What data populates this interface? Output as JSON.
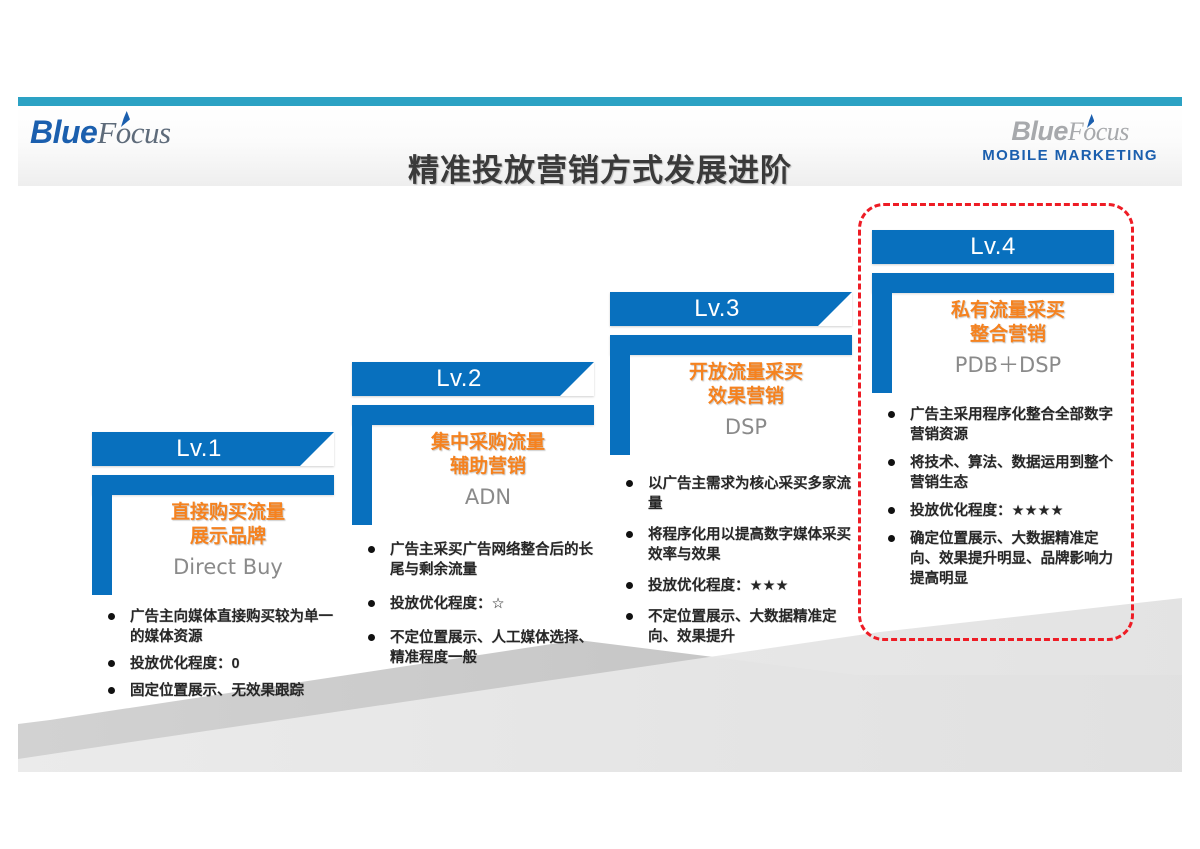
{
  "header": {
    "title": "精准投放营销方式发展进阶",
    "logo_left": {
      "part1": "Blue",
      "part2": "Focus"
    },
    "logo_right": {
      "part1": "Blue",
      "part2": "Focus",
      "tagline": "MOBILE  MARKETING"
    }
  },
  "colors": {
    "accent_blue": "#0870BE",
    "accent_orange": "#F5821F",
    "top_band_teal": "#2CA2C4",
    "highlight_red": "#EE1C25",
    "subtitle_gray": "#8A8A8A"
  },
  "steps": [
    {
      "level": "Lv.1",
      "title_cn_line1": "直接购买流量",
      "title_cn_line2": "展示品牌",
      "title_en": "Direct Buy",
      "optimization_rating": "0",
      "bullets": [
        "广告主向媒体直接购买较为单一的媒体资源",
        "投放优化程度：0",
        "固定位置展示、无效果跟踪"
      ]
    },
    {
      "level": "Lv.2",
      "title_cn_line1": "集中采购流量",
      "title_cn_line2": "辅助营销",
      "title_en": "ADN",
      "optimization_rating": "☆",
      "bullets": [
        "广告主采买广告网络整合后的长尾与剩余流量",
        "投放优化程度：☆",
        "不定位置展示、人工媒体选择、精准程度一般"
      ]
    },
    {
      "level": "Lv.3",
      "title_cn_line1": "开放流量采买",
      "title_cn_line2": "效果营销",
      "title_en": "DSP",
      "optimization_rating": "★★★",
      "bullets": [
        "以广告主需求为核心采买多家流量",
        "将程序化用以提高数字媒体采买效率与效果",
        "投放优化程度：★★★",
        "不定位置展示、大数据精准定向、效果提升"
      ]
    },
    {
      "level": "Lv.4",
      "title_cn_line1": "私有流量采买",
      "title_cn_line2": "整合营销",
      "title_en": "PDB＋DSP",
      "optimization_rating": "★★★★",
      "highlighted": true,
      "bullets": [
        "广告主采用程序化整合全部数字营销资源",
        "将技术、算法、数据运用到整个营销生态",
        "投放优化程度：★★★★",
        "确定位置展示、大数据精准定向、效果提升明显、品牌影响力提高明显"
      ]
    }
  ]
}
